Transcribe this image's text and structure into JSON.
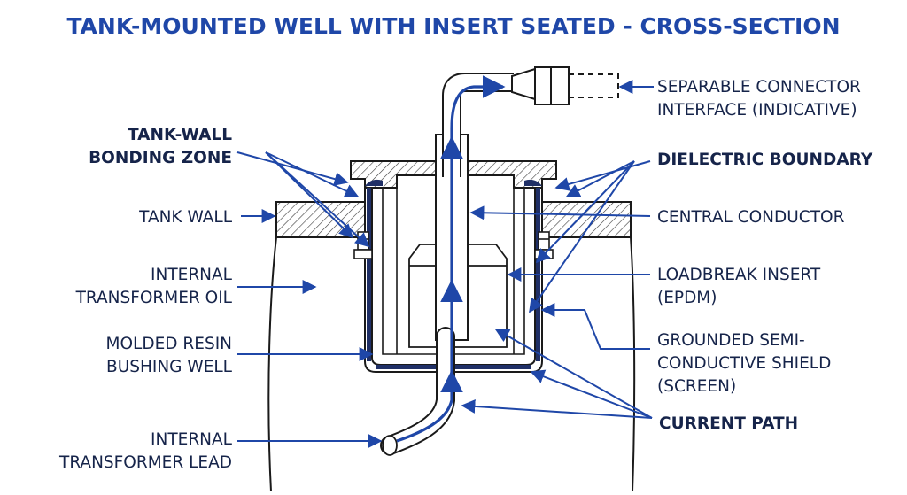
{
  "title": "TANK-MOUNTED WELL WITH INSERT SEATED - CROSS-SECTION",
  "colors": {
    "title": "#1f47a8",
    "label": "#16244a",
    "arrow": "#1f47a8",
    "line": "#1a1a1a",
    "hatch": "#333333"
  },
  "labels": {
    "separable_connector": [
      "SEPARABLE CONNECTOR",
      "INTERFACE (INDICATIVE)"
    ],
    "dielectric_boundary": [
      "DIELECTRIC BOUNDARY"
    ],
    "central_conductor": [
      "CENTRAL CONDUCTOR"
    ],
    "loadbreak_insert": [
      "LOADBREAK INSERT",
      "(EPDM)"
    ],
    "grounded_shield": [
      "GROUNDED SEMI-",
      "CONDUCTIVE SHIELD",
      "(SCREEN)"
    ],
    "current_path": [
      "CURRENT PATH"
    ],
    "tank_wall_bonding": [
      "TANK-WALL",
      "BONDING ZONE"
    ],
    "tank_wall": [
      "TANK WALL"
    ],
    "internal_oil": [
      "INTERNAL",
      "TRANSFORMER OIL"
    ],
    "molded_resin": [
      "MOLDED RESIN",
      "BUSHING WELL"
    ],
    "internal_lead": [
      "INTERNAL",
      "TRANSFORMER LEAD"
    ]
  }
}
